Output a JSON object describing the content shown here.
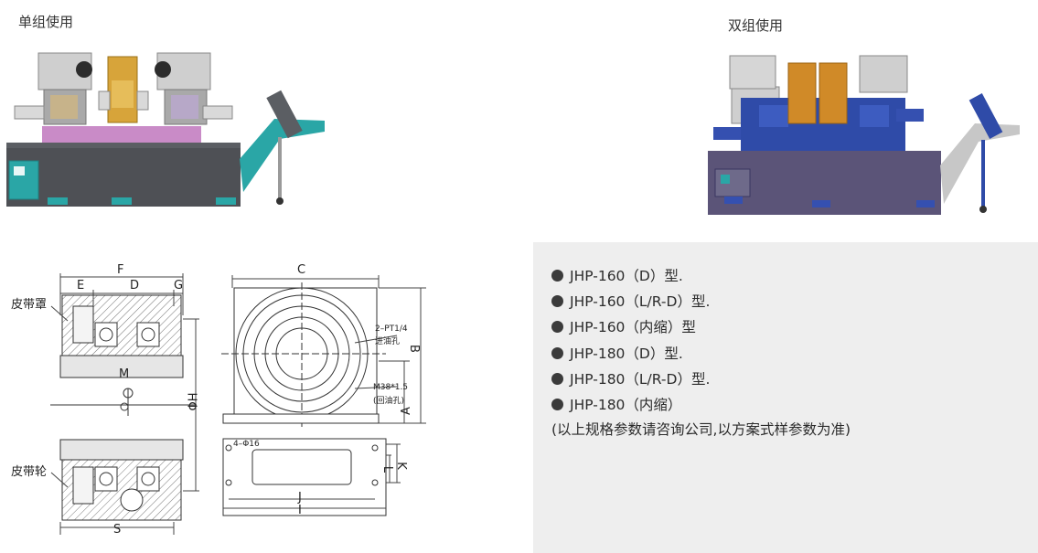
{
  "captions": {
    "single": "单组使用",
    "dual": "双组使用"
  },
  "drawing_labels": {
    "belt_cover": "皮带罩",
    "belt_wheel": "皮带轮",
    "F": "F",
    "E": "E",
    "D": "D",
    "G": "G",
    "M": "M",
    "phi_H": "ΦH",
    "S": "S",
    "C": "C",
    "B": "B",
    "A": "A",
    "I": "I",
    "J": "J",
    "L": "L",
    "K": "K",
    "port_top": "2–PT1/4",
    "port_top_cn": "进油孔",
    "port_bottom": "M38*1.5",
    "port_bottom_cn": "(回油孔)",
    "holes": "4–Φ16"
  },
  "specs": {
    "items": [
      "JHP-160（D）型.",
      "JHP-160（L/R-D）型.",
      "JHP-160（内缩）型",
      "JHP-180（D）型.",
      "JHP-180（L/R-D）型.",
      "JHP-180（内缩）"
    ],
    "note": "(以上规格参数请咨询公司,以方案式样参数为准)"
  },
  "colors": {
    "panel_bg": "#eeeeee",
    "base_gray": "#4e5055",
    "teal": "#2aa6a6",
    "magenta": "#c98bc7",
    "gold": "#d7a43a",
    "blue": "#2f4ba8",
    "purple_base": "#5b5478"
  }
}
